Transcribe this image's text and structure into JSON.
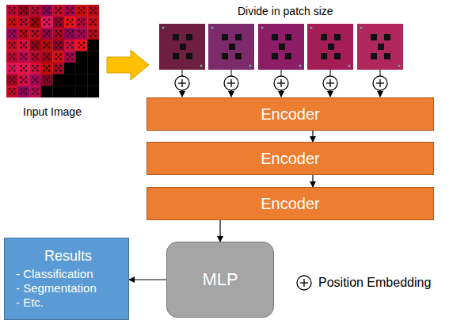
{
  "diagram": {
    "nodes": [
      {
        "text": [
          "Encoder"
        ]
      },
      {
        "text": [
          "Encoder"
        ]
      },
      {
        "text": [
          "Encoder"
        ]
      },
      {
        "text": [
          "MLP"
        ]
      },
      {
        "text": [
          "Results",
          "- Classification",
          "- Segmentation",
          "- Etc."
        ]
      }
    ],
    "edges": [
      {
        "from": 0,
        "to": 1,
        "arrow": "to"
      },
      {
        "from": 1,
        "to": 2,
        "arrow": "to"
      },
      {
        "from": 2,
        "to": 3,
        "arrow": "to"
      },
      {
        "from": 3,
        "to": 4,
        "arrow": "to"
      }
    ],
    "labels": [
      "Input Image",
      "Divide in patch size"
    ],
    "legend": [
      {
        "text": "Position Embedding"
      }
    ]
  }
}
